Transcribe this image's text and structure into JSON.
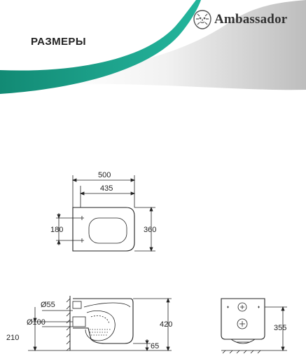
{
  "brand": {
    "name": "Ambassador",
    "logo_icon": "lion-head-icon",
    "accent_color": "#1a9a84"
  },
  "section": {
    "title": "РАЗМЕРЫ"
  },
  "top_view": {
    "overall_width": "500",
    "inner_width": "435",
    "mount_spacing": "180",
    "overall_depth": "360"
  },
  "side_view": {
    "inlet_diameter": "Ø55",
    "outlet_diameter": "Ø100",
    "outlet_height": "210",
    "overall_height": "420",
    "bottom_offset": "65"
  },
  "back_view": {
    "mount_height": "355"
  }
}
